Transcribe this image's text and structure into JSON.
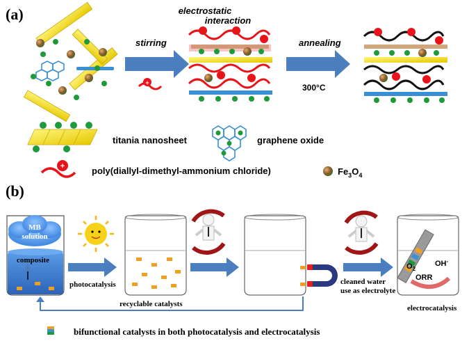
{
  "panel_a": {
    "label": "(a)",
    "step1": "stirring",
    "step2_line1": "electrostatic",
    "step2_line2": "interaction",
    "step3": "annealing",
    "step3_temp": "300°C",
    "legend": {
      "titania": "titania nanosheet",
      "graphene": "graphene oxide",
      "polymer": "poly(diallyl-dimethyl-ammonium chloride)",
      "fe3o4_main": "Fe",
      "fe3o4_sub1": "3",
      "fe3o4_mid": "O",
      "fe3o4_sub2": "4"
    }
  },
  "panel_b": {
    "label": "(b)",
    "mb_line1": "MB",
    "mb_line2": "solution",
    "composite": "composite",
    "photocatalysis": "photocatalysis",
    "recyclable": "recyclable catalysts",
    "cleaned_line1": "cleaned water",
    "cleaned_line2": "use as electrolyte",
    "o2_main": "O",
    "o2_sub": "2",
    "oh_main": "OH",
    "oh_sup": "-",
    "orr": "ORR",
    "electrocatalysis": "electrocatalysis",
    "bifunctional": "bifunctional catalysts in both photocatalysis and electrocatalysis"
  },
  "colors": {
    "arrow": "#4a7ebf",
    "red": "#e8141a",
    "green": "#1f9a3a",
    "nanosheet": "#f5e520",
    "graphene": "#3a8fd6",
    "water": "#3f7fd4",
    "sun": "#f7d21b"
  }
}
